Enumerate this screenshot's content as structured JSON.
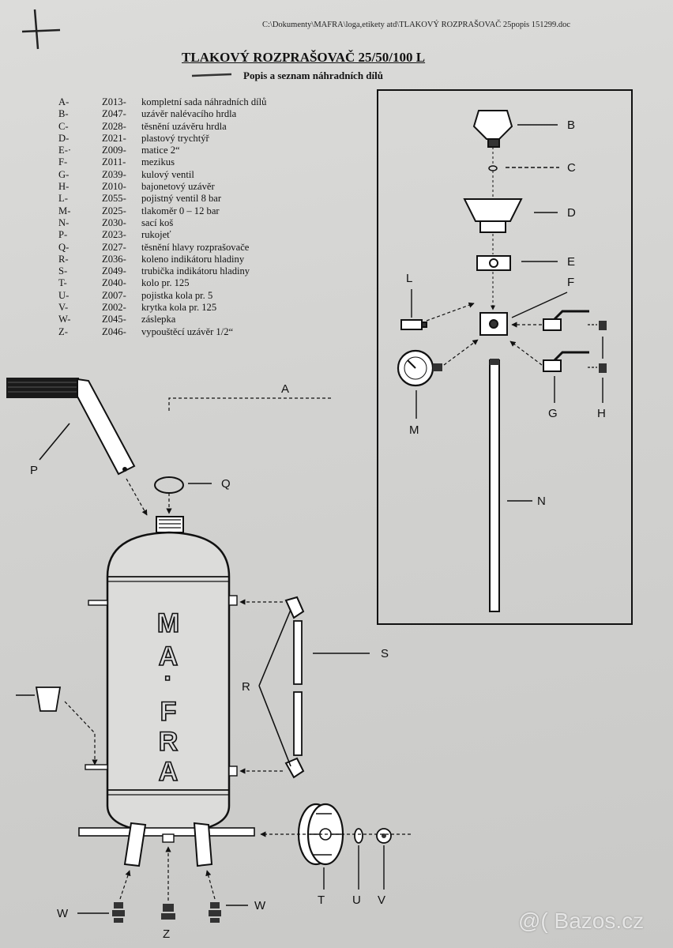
{
  "document": {
    "file_path": "C:\\Dokumenty\\MAFRA\\loga,etikety atd\\TLAKOVÝ ROZPRAŠOVAČ 25popis 151299.doc",
    "title": "TLAKOVÝ ROZPRAŠOVAČ 25/50/100 L",
    "subtitle": "Popis a seznam náhradních dílů"
  },
  "parts": [
    {
      "letter": "A-",
      "code": "Z013-",
      "name": "kompletní sada náhradních dílů"
    },
    {
      "letter": "B-",
      "code": "Z047-",
      "name": "uzávěr nalévacího hrdla"
    },
    {
      "letter": "C-",
      "code": "Z028-",
      "name": "těsnění uzávěru hrdla"
    },
    {
      "letter": "D-",
      "code": "Z021-",
      "name": "plastový trychtýř"
    },
    {
      "letter": "E-·",
      "code": "Z009-",
      "name": "matice 2“"
    },
    {
      "letter": "F-",
      "code": "Z011-",
      "name": "mezikus"
    },
    {
      "letter": "G-",
      "code": "Z039-",
      "name": "kulový ventil"
    },
    {
      "letter": "H-",
      "code": "Z010-",
      "name": "bajonetový uzávěr"
    },
    {
      "letter": "L-",
      "code": "Z055-",
      "name": "pojistný ventil 8 bar"
    },
    {
      "letter": "M-",
      "code": "Z025-",
      "name": "tlakoměr 0 – 12 bar"
    },
    {
      "letter": "N-",
      "code": "Z030-",
      "name": "sací koš"
    },
    {
      "letter": "P-",
      "code": "Z023-",
      "name": "rukojeť"
    },
    {
      "letter": "Q-",
      "code": "Z027-",
      "name": "těsnění hlavy rozprašovače"
    },
    {
      "letter": "R-",
      "code": "Z036-",
      "name": "koleno indikátoru hladiny"
    },
    {
      "letter": "S-",
      "code": "Z049-",
      "name": "trubička indikátoru hladiny"
    },
    {
      "letter": "T-",
      "code": "Z040-",
      "name": "kolo pr. 125"
    },
    {
      "letter": "U-",
      "code": "Z007-",
      "name": "pojistka kola pr. 5"
    },
    {
      "letter": "V-",
      "code": "Z002-",
      "name": "krytka kola pr. 125"
    },
    {
      "letter": "W-",
      "code": "Z045-",
      "name": "záslepka"
    },
    {
      "letter": "Z-",
      "code": "Z046-",
      "name": "vypouštěcí uzávěr 1/2“"
    }
  ],
  "diagram": {
    "labels": {
      "A": "A",
      "B": "B",
      "C": "C",
      "D": "D",
      "E": "E",
      "F": "F",
      "G": "G",
      "H": "H",
      "L": "L",
      "M": "M",
      "N": "N",
      "P": "P",
      "Q": "Q",
      "R": "R",
      "S": "S",
      "T": "T",
      "U": "U",
      "V": "V",
      "W": "W",
      "Z": "Z"
    },
    "logo_letters": [
      "M",
      "A",
      "·",
      "F",
      "R",
      "A"
    ]
  },
  "watermark": "@( Bazos.cz"
}
